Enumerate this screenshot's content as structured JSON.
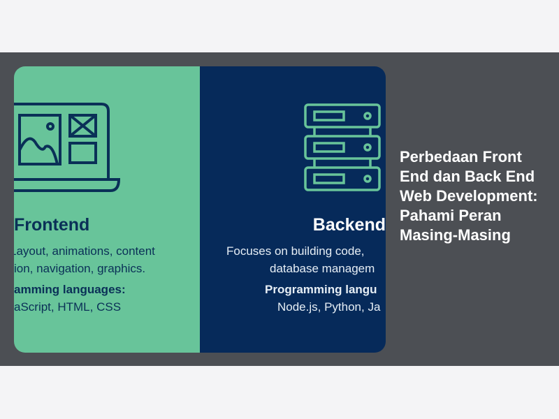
{
  "article": {
    "title": "Perbedaan Front End dan Back End Web Development: Pahami Peran Masing-Masing",
    "image": {
      "frontend": {
        "heading": "Frontend",
        "desc_line1": "Layout, animations, content",
        "desc_line2": "ion, navigation, graphics.",
        "lang_label": "amming languages:",
        "langs": "aScript, HTML, CSS"
      },
      "backend": {
        "heading": "Backend",
        "desc_line1": "Focuses on building code,",
        "desc_line2": "database managem",
        "lang_label": "Programming langu",
        "langs": "Node.js, Python, Ja"
      }
    }
  },
  "colors": {
    "frontend_bg": "#68c49a",
    "backend_bg": "#062a5a",
    "band": "#4c4f54",
    "page": "#f4f4f6"
  }
}
